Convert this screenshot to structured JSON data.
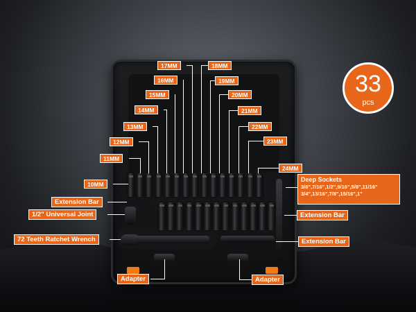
{
  "badge": {
    "count": "33",
    "unit": "pcs"
  },
  "deep_sockets": {
    "title": "Deep Sockets",
    "sizes_line1": "3/8\",7/16\",1/2\",9/16\",5/8\",11/16\"",
    "sizes_line2": "3/4\",13/16\",7/8\",15/16\",1\""
  },
  "size_labels": [
    "10MM",
    "11MM",
    "12MM",
    "13MM",
    "14MM",
    "15MM",
    "16MM",
    "17MM",
    "18MM",
    "19MM",
    "20MM",
    "21MM",
    "22MM",
    "23MM",
    "24MM"
  ],
  "part_labels": {
    "extension_bar_left": "Extension Bar",
    "universal_joint": "1/2\" Universal Joint",
    "ratchet_wrench": "72 Teeth Ratchet Wrench",
    "adapter_left": "Adapter",
    "adapter_right": "Adapter",
    "extension_bar_right_1": "Extension Bar",
    "extension_bar_right_2": "Extension Bar"
  },
  "colors": {
    "accent": "#e8661a",
    "label_text": "#ffffff",
    "case": "#111214"
  }
}
